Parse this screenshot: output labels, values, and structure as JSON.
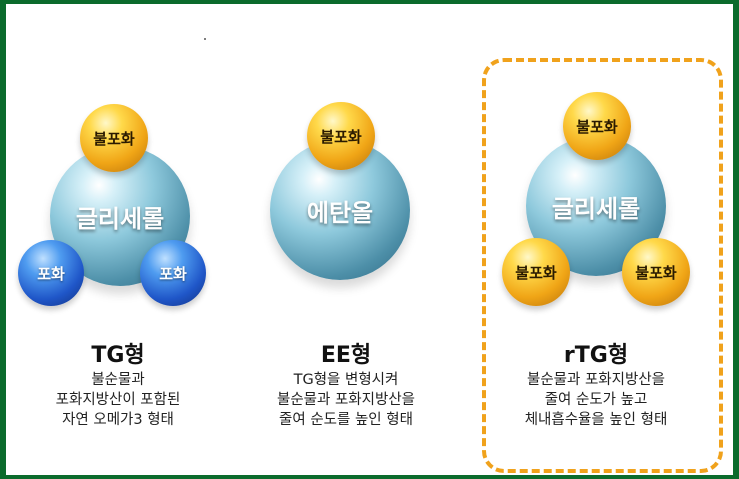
{
  "groups": [
    {
      "title": "TG형",
      "center": "글리세롤",
      "caps": [
        "불포화",
        "포화",
        "포화"
      ],
      "desc": [
        "불순물과",
        "포화지방산이 포함된",
        "자연 오메가3 형태"
      ]
    },
    {
      "title": "EE형",
      "center": "에탄올",
      "caps": [
        "불포화"
      ],
      "desc": [
        "TG형을 변형시켜",
        "불순물과 포화지방산을",
        "줄여 순도를 높인 형태"
      ]
    },
    {
      "title": "rTG형",
      "center": "글리세롤",
      "caps": [
        "불포화",
        "불포화",
        "불포화"
      ],
      "desc": [
        "불순물과 포화지방산을",
        "줄여 순도가 높고",
        "체내흡수율을 높인 형태"
      ]
    }
  ],
  "colors": {
    "border_green": "#0b6b2c",
    "highlight_orange": "#f0a21c",
    "gold_sphere": "#f0a516",
    "blue_sphere": "#1f56c8",
    "glycerol_sphere": "#8ec9dc"
  }
}
